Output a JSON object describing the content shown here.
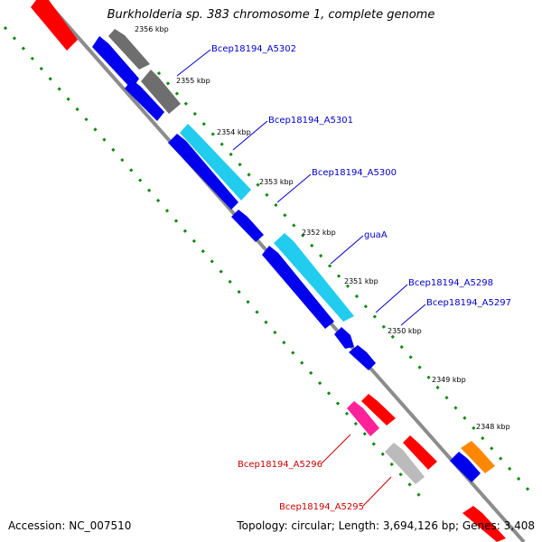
{
  "title": "Burkholderia sp. 383 chromosome 1, complete genome",
  "footer": {
    "accession": "Accession: NC_007510",
    "summary": "Topology: circular; Length: 3,694,126 bp; Genes: 3,408"
  },
  "ticks": [
    {
      "label": "2356 kbp"
    },
    {
      "label": "2355 kbp"
    },
    {
      "label": "2354 kbp"
    },
    {
      "label": "2353 kbp"
    },
    {
      "label": "2352 kbp"
    },
    {
      "label": "2351 kbp"
    },
    {
      "label": "2350 kbp"
    },
    {
      "label": "2349 kbp"
    },
    {
      "label": "2348 kbp"
    }
  ],
  "gene_labels": [
    {
      "text": "Bcep18194_A5302",
      "color": "#0000cc"
    },
    {
      "text": "Bcep18194_A5301",
      "color": "#0000cc"
    },
    {
      "text": "Bcep18194_A5300",
      "color": "#0000cc"
    },
    {
      "text": "guaA",
      "color": "#0000cc"
    },
    {
      "text": "Bcep18194_A5298",
      "color": "#0000cc"
    },
    {
      "text": "Bcep18194_A5297",
      "color": "#0000cc"
    },
    {
      "text": "Bcep18194_A5296",
      "color": "#cc0000"
    },
    {
      "text": "Bcep18194_A5295",
      "color": "#cc0000"
    }
  ],
  "feature_colors": {
    "cds_forward": "#0000ee",
    "cds_reverse": "#ff0000",
    "gray": "#6e6e6e",
    "cyan": "#22ccee",
    "orange": "#ff8800",
    "pink": "#ff2299",
    "light_gray": "#bbbbbb",
    "backbone": "#8c8c8c",
    "gc_dots": "#118811"
  }
}
